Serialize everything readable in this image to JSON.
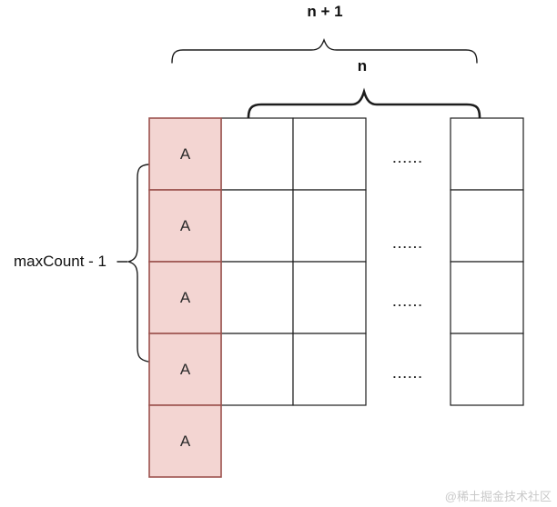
{
  "diagram": {
    "top_brace_label": "n + 1",
    "inner_brace_label": "n",
    "left_brace_label": "maxCount - 1",
    "highlight_cells": [
      "A",
      "A",
      "A",
      "A",
      "A"
    ],
    "ellipsis_rows": [
      "......",
      "......",
      "......",
      "......"
    ],
    "watermark": "@稀土掘金技术社区",
    "colors": {
      "line": "#1d1d1d",
      "highlight_fill": "#f3d5d2",
      "highlight_border": "#9c524e",
      "watermark": "#c9c9c9"
    }
  }
}
